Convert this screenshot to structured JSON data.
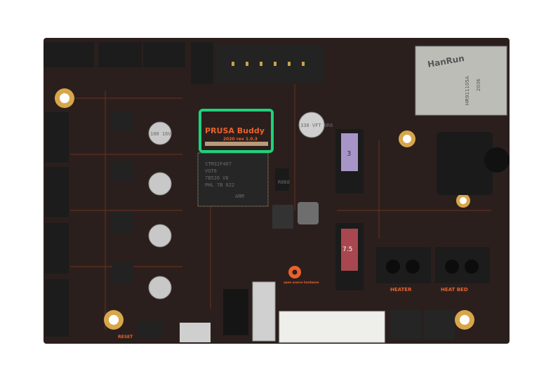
{
  "board": {
    "name": "PRUSA Buddy",
    "revision": "2020 rev 1.0.3",
    "mcu_lines": [
      "STM32F407",
      "VGT6",
      "7B526 V6",
      "PHL 7B 022"
    ],
    "mcu_logo": "ARM",
    "ethernet": {
      "brand": "HanRun",
      "model": "HR911105A",
      "code": "2036"
    },
    "labels": {
      "heater": "HEATER",
      "heat_bed": "HEAT BED",
      "reset": "RESET",
      "open_source": "open source hardware"
    },
    "fuse_top": "3",
    "fuse_bottom": "7.5",
    "cap_big": "330 VFT 0R6",
    "cap_small": "100 16V",
    "resistor": "R060"
  },
  "highlight": {
    "color": "#1fd27a",
    "target": "PRUSA Buddy"
  },
  "colors": {
    "pcb": "#2b1f1d",
    "silkscreen": "#e8622c",
    "connector": "#1c1c1c",
    "pad": "#d8a64a"
  }
}
